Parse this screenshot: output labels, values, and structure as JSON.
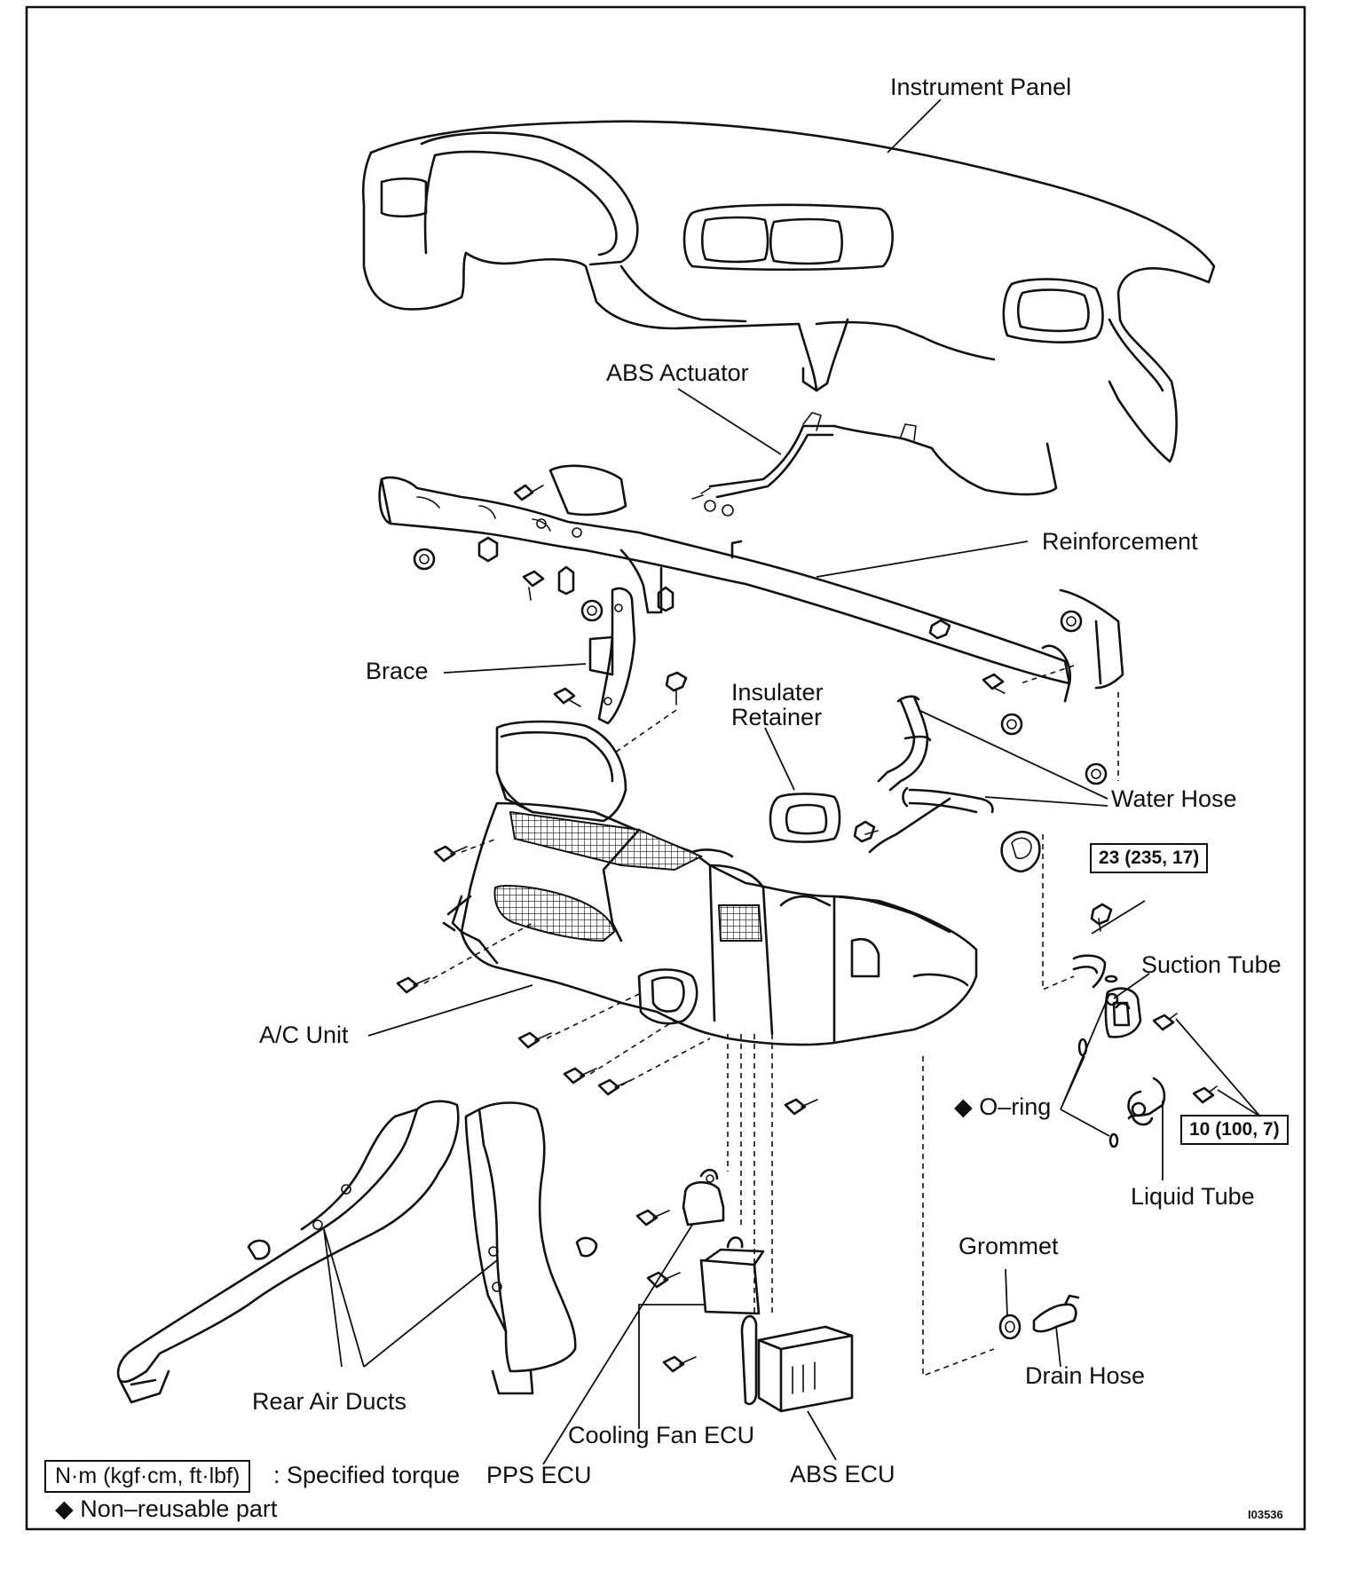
{
  "labels": {
    "instrument_panel": "Instrument Panel",
    "abs_actuator": "ABS Actuator",
    "reinforcement": "Reinforcement",
    "brace": "Brace",
    "insulater_retainer_line1": "Insulater",
    "insulater_retainer_line2": "Retainer",
    "water_hose": "Water Hose",
    "suction_tube": "Suction Tube",
    "o_ring": "O–ring",
    "liquid_tube": "Liquid Tube",
    "ac_unit": "A/C Unit",
    "grommet": "Grommet",
    "drain_hose": "Drain Hose",
    "rear_air_ducts": "Rear Air Ducts",
    "cooling_fan_ecu": "Cooling Fan ECU",
    "pps_ecu": "PPS ECU",
    "abs_ecu": "ABS ECU"
  },
  "torque": {
    "suction_tube_bolt": "23 (235, 17)",
    "tube_bolts": "10 (100, 7)"
  },
  "legend": {
    "torque_box": "N·m (kgf·cm, ft·lbf)",
    "torque_text": ": Specified torque",
    "non_reusable_symbol": "◆",
    "non_reusable_text": "Non–reusable part"
  },
  "figure_id": "I03536"
}
